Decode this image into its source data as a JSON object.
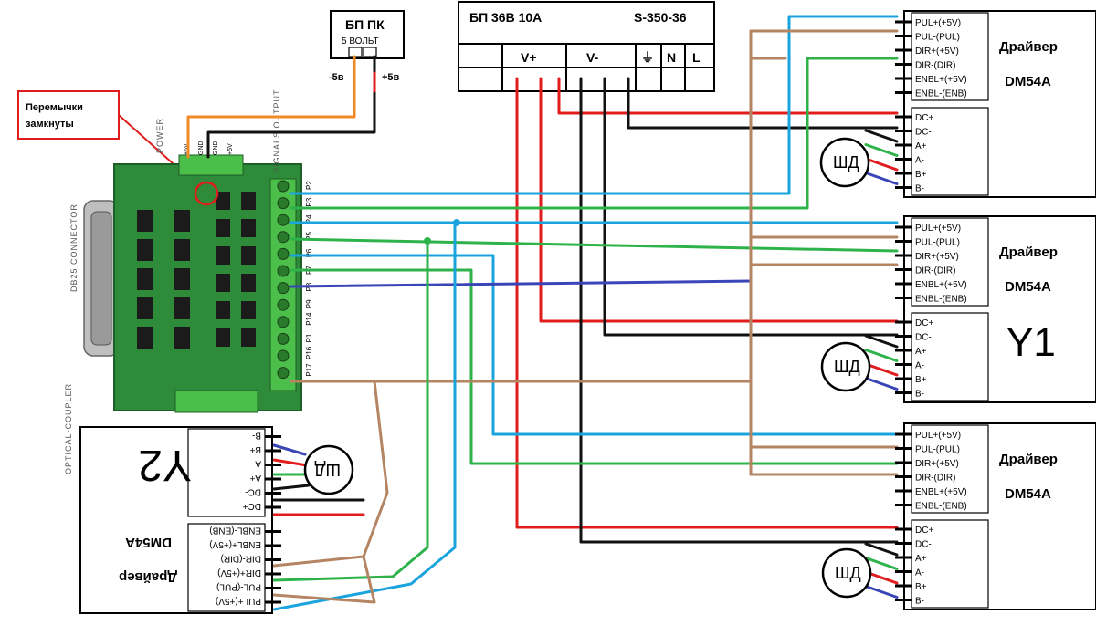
{
  "title": "",
  "colors": {
    "red": "#e01c1c",
    "black": "#111111",
    "blue": "#1aa3dd",
    "green": "#2db34a",
    "brown": "#b58563",
    "orange": "#f08a24",
    "navy": "#3a45b8",
    "pcb": "#2e8b3a",
    "terminal": "#4cbf4a",
    "callout": "#e01c1c"
  },
  "psu_36v": {
    "title": "БП 36В 10А",
    "model": "S-350-36",
    "terminals": [
      "V+",
      "V-",
      "⏚",
      "N",
      "L"
    ]
  },
  "psu_pc": {
    "title": "БП ПК",
    "subtitle": "5 ВОЛЬТ",
    "minus_label": "-5в",
    "plus_label": "+5в"
  },
  "callout": {
    "text_line1": "Перемычки",
    "text_line2": "замкнуты"
  },
  "board": {
    "power_label": "POWER",
    "signals_label": "SIGNALS OUTPUT",
    "db25_label": "DB25 CONNECTOR",
    "coupler_label": "OPTICAL-COUPLER",
    "power_pins": [
      "+5V",
      "GND",
      "GND",
      "+5V"
    ],
    "signal_pins": [
      "P2",
      "P3",
      "P4",
      "P5",
      "P6",
      "P7",
      "P8",
      "P9",
      "P14",
      "P1",
      "P16",
      "P17"
    ]
  },
  "drivers": [
    {
      "name": "Драйвер",
      "model": "DM54A",
      "signal_pins": [
        "PUL+(+5V)",
        "PUL-(PUL)",
        "DIR+(+5V)",
        "DIR-(DIR)",
        "ENBL+(+5V)",
        "ENBL-(ENB)"
      ],
      "power_pins": [
        "DC+",
        "DC-",
        "A+",
        "A-",
        "B+",
        "B-"
      ],
      "motor": "ШД",
      "axis_label": ""
    },
    {
      "name": "Драйвер",
      "model": "DM54A",
      "signal_pins": [
        "PUL+(+5V)",
        "PUL-(PUL)",
        "DIR+(+5V)",
        "DIR-(DIR)",
        "ENBL+(+5V)",
        "ENBL-(ENB)"
      ],
      "power_pins": [
        "DC+",
        "DC-",
        "A+",
        "A-",
        "B+",
        "B-"
      ],
      "motor": "ШД",
      "axis_label": "Y1"
    },
    {
      "name": "Драйвер",
      "model": "DM54A",
      "signal_pins": [
        "PUL+(+5V)",
        "PUL-(PUL)",
        "DIR+(+5V)",
        "DIR-(DIR)",
        "ENBL+(+5V)",
        "ENBL-(ENB)"
      ],
      "power_pins": [
        "DC+",
        "DC-",
        "A+",
        "A-",
        "B+",
        "B-"
      ],
      "motor": "ШД",
      "axis_label": ""
    },
    {
      "name": "Драйвер",
      "model": "DM54A",
      "signal_pins": [
        "PUL+(+5V)",
        "PUL-(PUL)",
        "DIR+(+5V)",
        "DIR-(DIR)",
        "ENBL+(+5V)",
        "ENBL-(ENB)"
      ],
      "power_pins": [
        "DC+",
        "DC-",
        "A+",
        "A-",
        "B+",
        "B-"
      ],
      "motor": "ШД",
      "axis_label": "Y2"
    }
  ]
}
